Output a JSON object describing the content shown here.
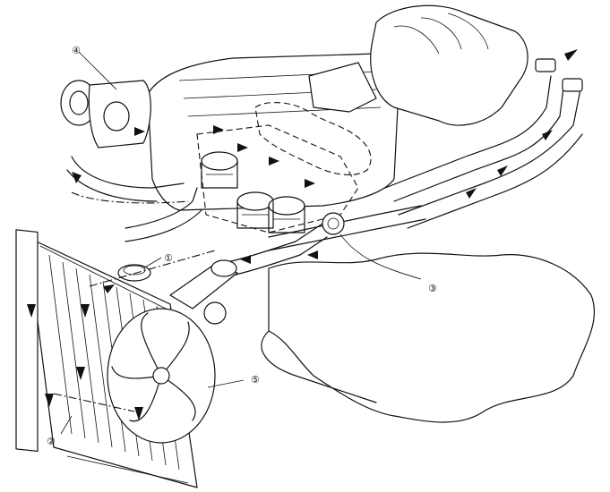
{
  "callouts": [
    {
      "id": "thermostat",
      "label": "③"
    },
    {
      "id": "radiator-cap",
      "label": "①"
    },
    {
      "id": "radiator",
      "label": "②"
    },
    {
      "id": "water-pump-housing",
      "label": "④"
    },
    {
      "id": "cooling-fan",
      "label": "⑤"
    }
  ],
  "colors": {
    "line": "#111111",
    "background": "#ffffff"
  }
}
